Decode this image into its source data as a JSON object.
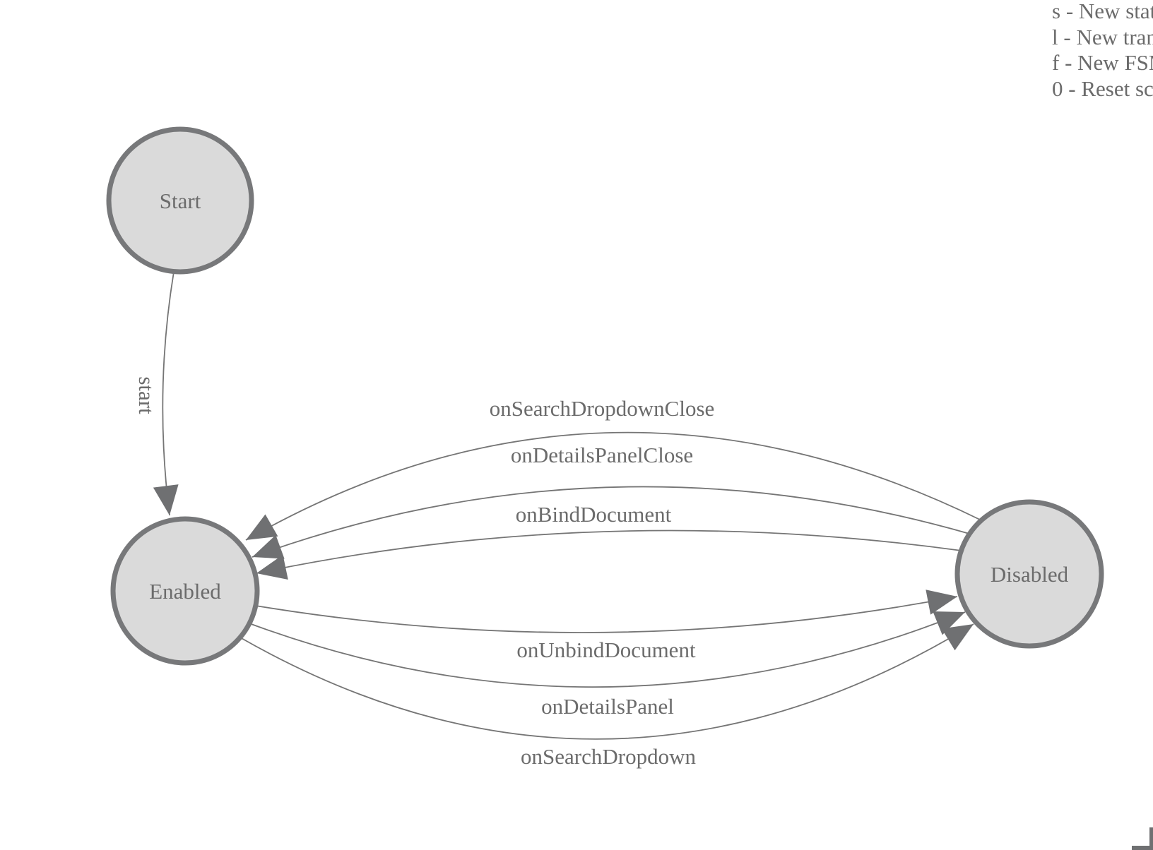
{
  "diagram": {
    "type": "finite-state-machine",
    "states": [
      {
        "id": "start",
        "label": "Start"
      },
      {
        "id": "enabled",
        "label": "Enabled"
      },
      {
        "id": "disabled",
        "label": "Disabled"
      }
    ],
    "transitions": [
      {
        "from": "Start",
        "to": "Enabled",
        "label": "start"
      },
      {
        "from": "Disabled",
        "to": "Enabled",
        "label": "onSearchDropdownClose"
      },
      {
        "from": "Disabled",
        "to": "Enabled",
        "label": "onDetailsPanelClose"
      },
      {
        "from": "Disabled",
        "to": "Enabled",
        "label": "onBindDocument"
      },
      {
        "from": "Enabled",
        "to": "Disabled",
        "label": "onUnbindDocument"
      },
      {
        "from": "Enabled",
        "to": "Disabled",
        "label": "onDetailsPanel"
      },
      {
        "from": "Enabled",
        "to": "Disabled",
        "label": "onSearchDropdown"
      }
    ]
  },
  "legend": {
    "separator": " - ",
    "items": [
      {
        "key": "s",
        "label": "New state"
      },
      {
        "key": "l",
        "label": "New transition"
      },
      {
        "key": "f",
        "label": "New FSM"
      },
      {
        "key": "0",
        "label": "Reset scale"
      }
    ]
  },
  "colors": {
    "background": "#ffffff",
    "state_fill": "#dadada",
    "state_stroke": "#77787a",
    "edge_stroke": "#757575",
    "arrowhead": "#6f7072",
    "text": "#6b6b6b"
  }
}
